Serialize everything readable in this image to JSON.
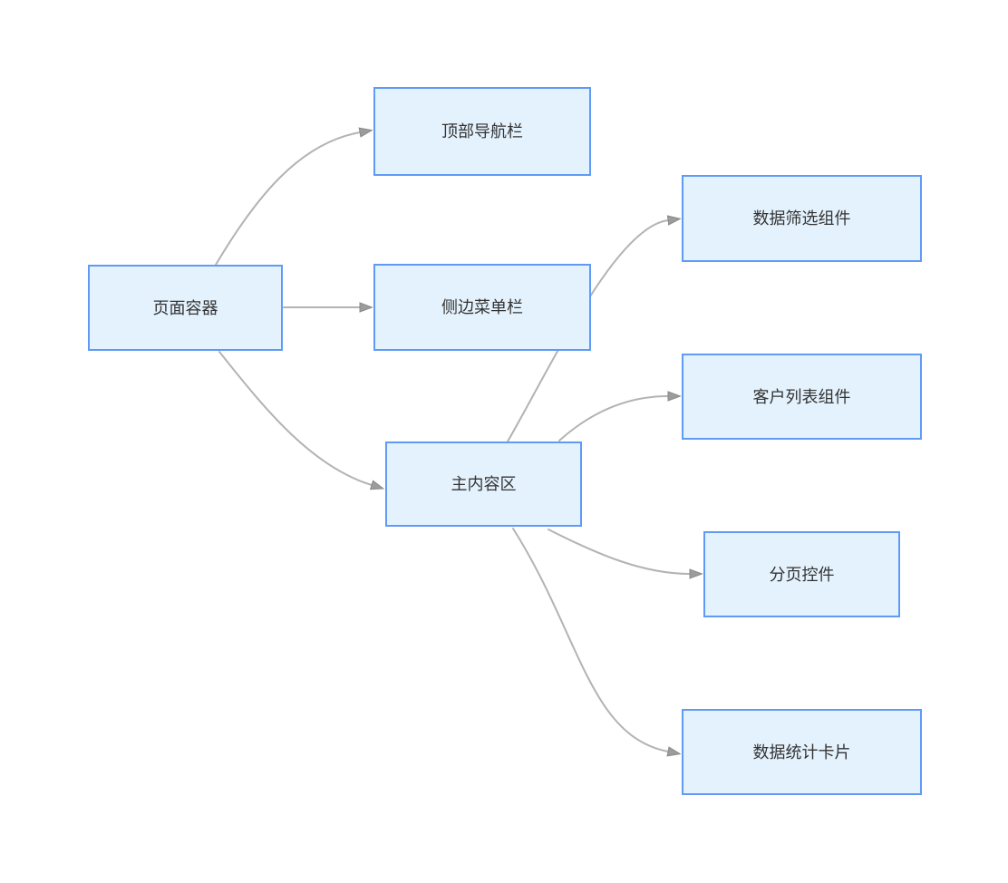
{
  "diagram": {
    "nodes": [
      {
        "id": "page-container",
        "label": "页面容器"
      },
      {
        "id": "top-navbar",
        "label": "顶部导航栏"
      },
      {
        "id": "side-menu",
        "label": "侧边菜单栏"
      },
      {
        "id": "main-content",
        "label": "主内容区"
      },
      {
        "id": "data-filter",
        "label": "数据筛选组件"
      },
      {
        "id": "customer-list",
        "label": "客户列表组件"
      },
      {
        "id": "pagination",
        "label": "分页控件"
      },
      {
        "id": "stats-card",
        "label": "数据统计卡片"
      }
    ],
    "edges": [
      {
        "from": "页面容器",
        "to": "顶部导航栏"
      },
      {
        "from": "页面容器",
        "to": "侧边菜单栏"
      },
      {
        "from": "页面容器",
        "to": "主内容区"
      },
      {
        "from": "主内容区",
        "to": "数据筛选组件"
      },
      {
        "from": "主内容区",
        "to": "客户列表组件"
      },
      {
        "from": "主内容区",
        "to": "分页控件"
      },
      {
        "from": "主内容区",
        "to": "数据统计卡片"
      }
    ],
    "colors": {
      "node_fill": "#e4f2fd",
      "node_border": "#5f9bf5",
      "node_text": "#333333",
      "edge_line": "#b3b3b3",
      "arrowhead_fill": "#9c9c9c",
      "arrowhead_stroke": "#8a8a8a",
      "background": "#ffffff"
    }
  }
}
